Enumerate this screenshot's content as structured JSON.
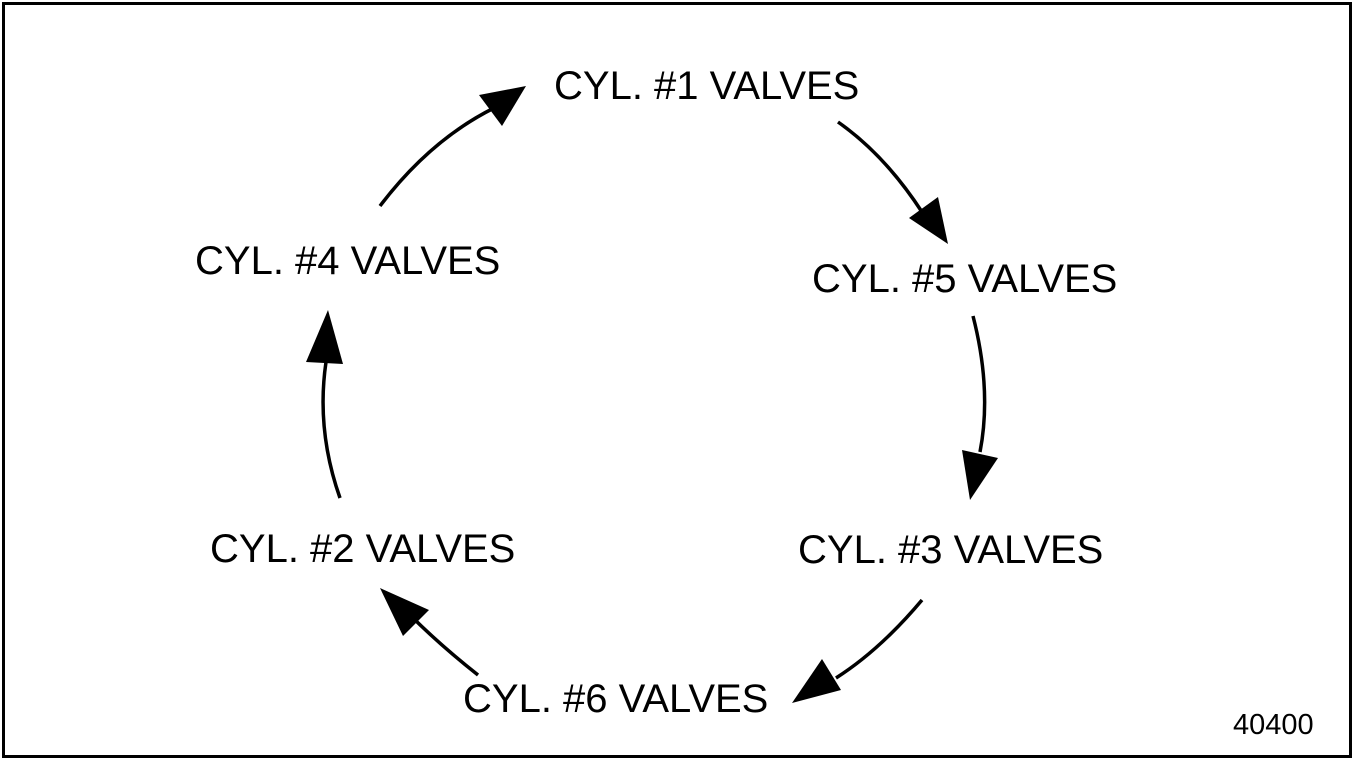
{
  "nodes": {
    "cyl1": "CYL. #1 VALVES",
    "cyl5": "CYL. #5 VALVES",
    "cyl3": "CYL. #3 VALVES",
    "cyl6": "CYL. #6 VALVES",
    "cyl2": "CYL. #2 VALVES",
    "cyl4": "CYL. #4 VALVES"
  },
  "sequence": [
    "cyl1",
    "cyl5",
    "cyl3",
    "cyl6",
    "cyl2",
    "cyl4"
  ],
  "figure_number": "40400",
  "colors": {
    "line": "#000000",
    "background": "#ffffff"
  }
}
